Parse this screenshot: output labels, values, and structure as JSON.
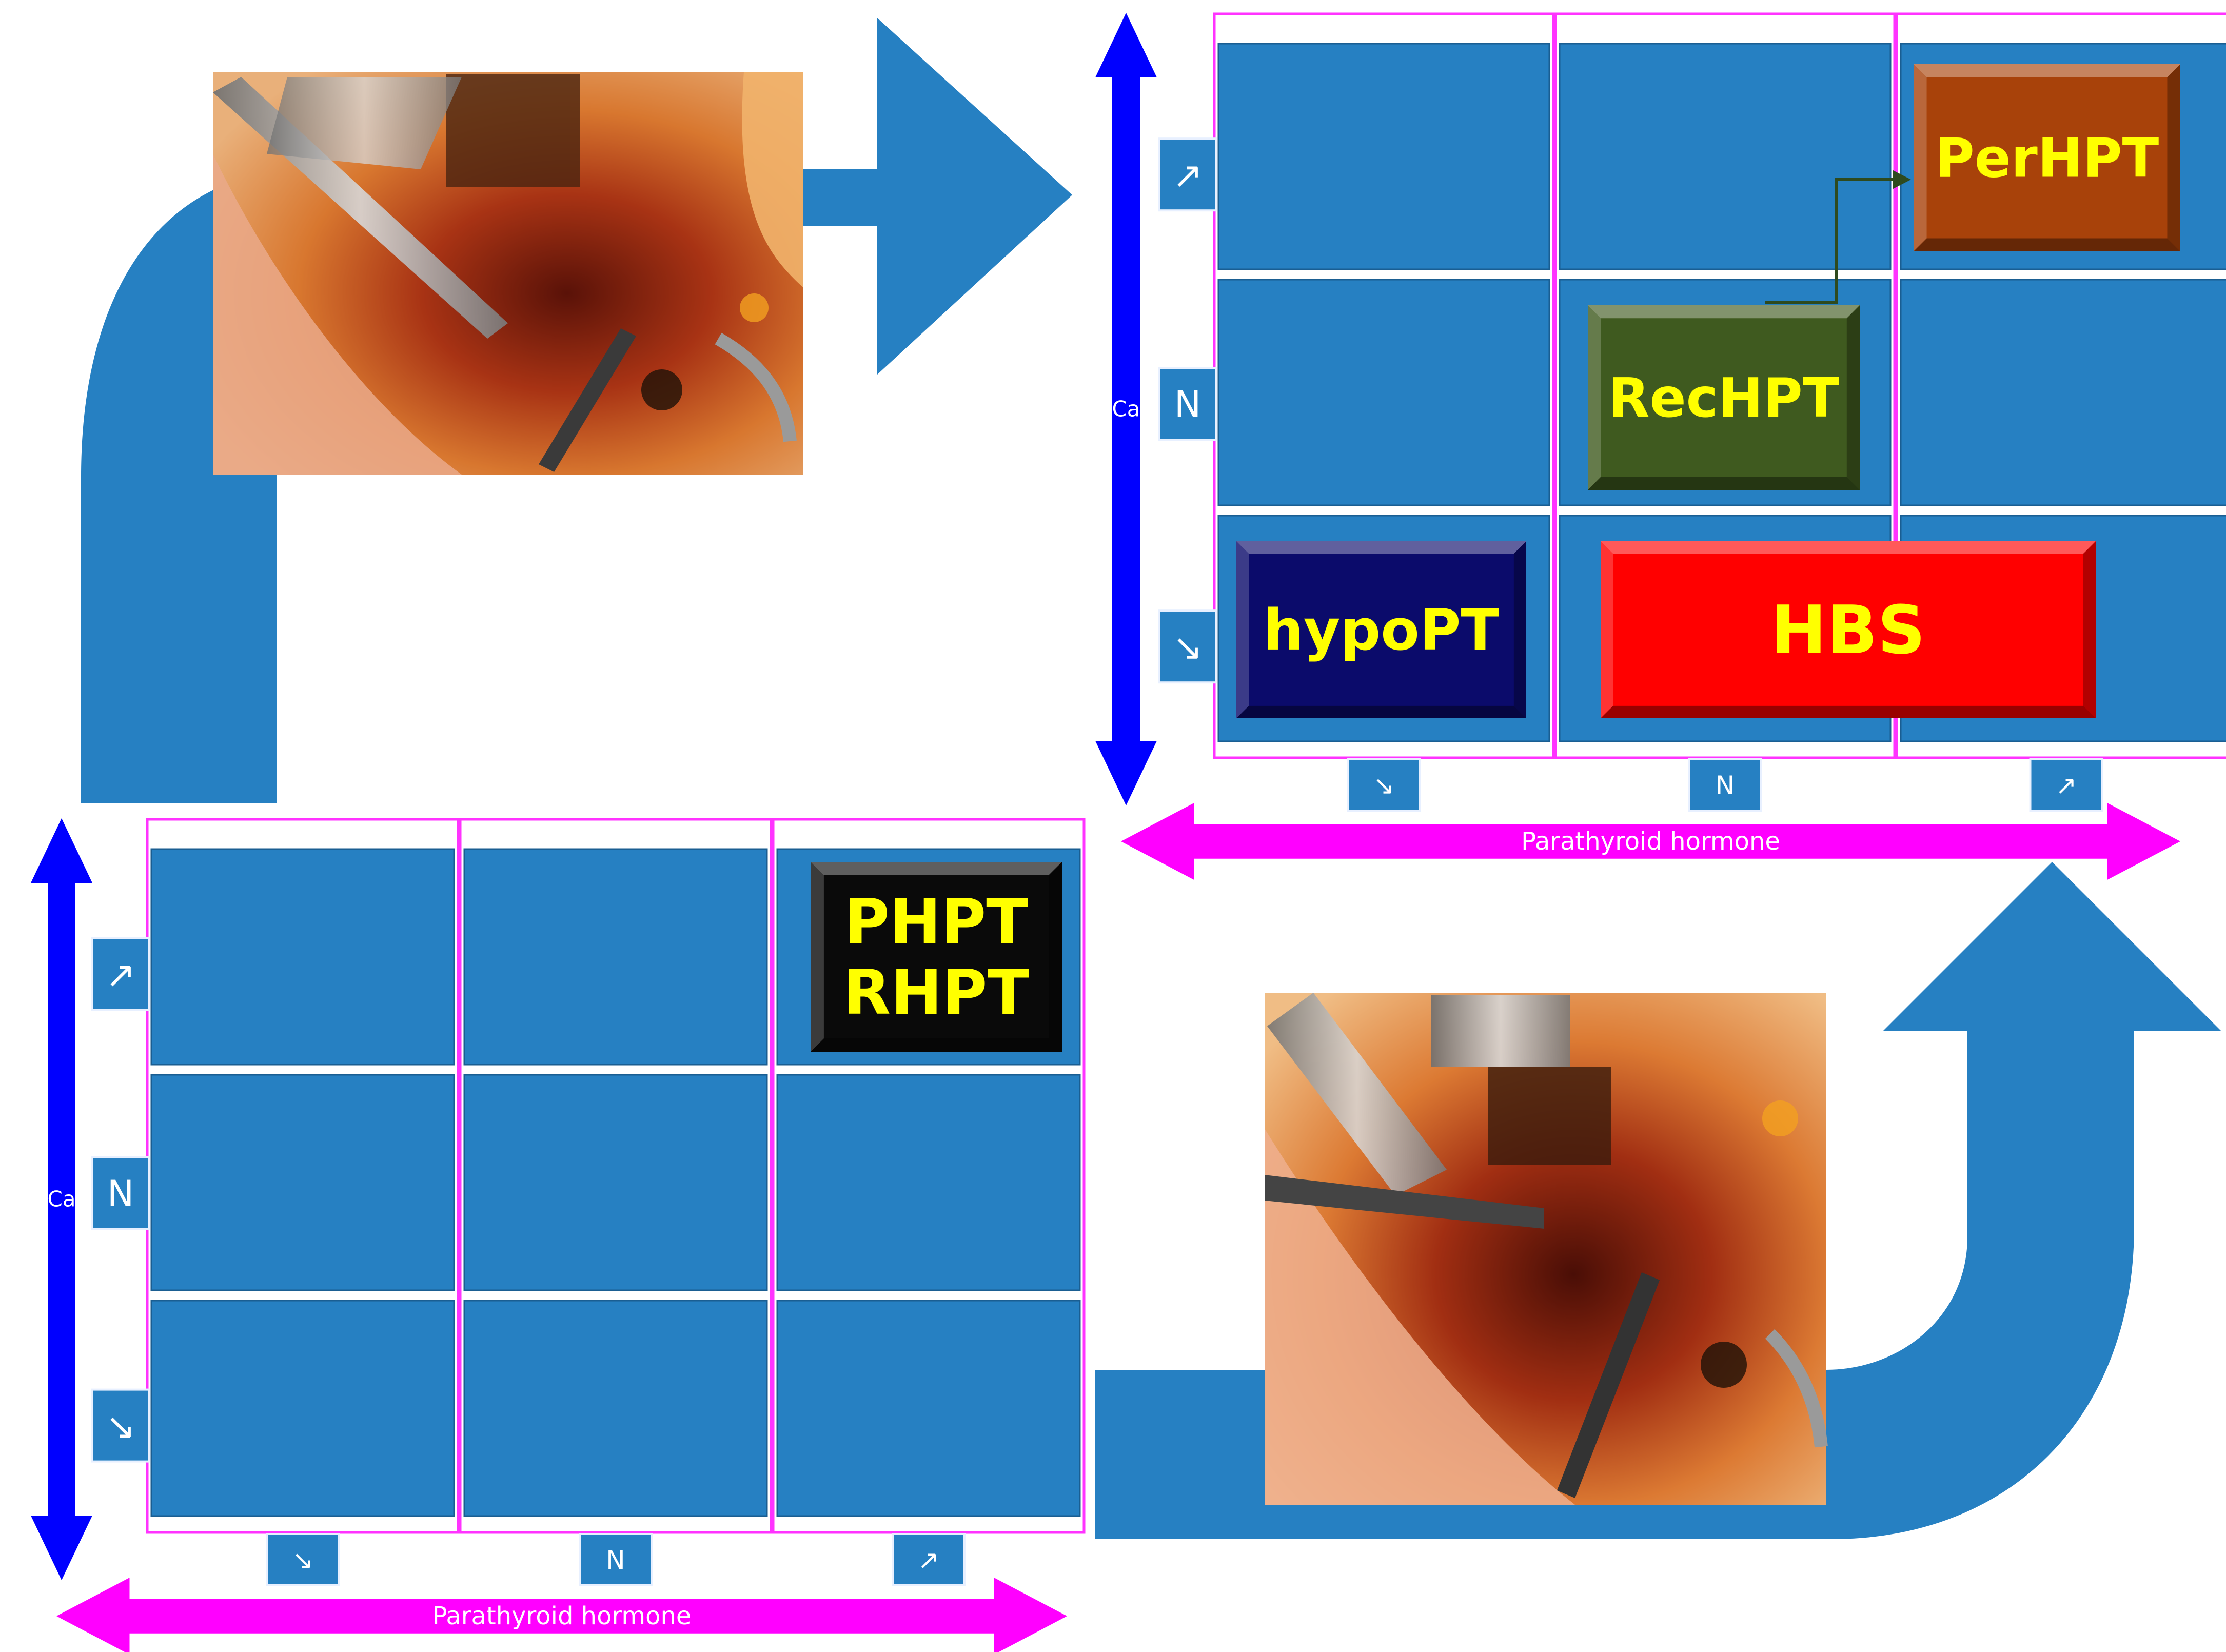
{
  "colors": {
    "cell_blue": "#2680c2",
    "arrow_blue": "#2680c2",
    "ca_axis": "#0000ff",
    "pth_axis": "#ff00ff",
    "column_outline": "#ff33ff",
    "pill_text": "#ffffff",
    "label_yellow": "#ffff00"
  },
  "icons": {
    "up": "↗",
    "down": "↘"
  },
  "pre_op_grid": {
    "ca_axis_label": "Ca",
    "pth_axis_label": "Parathyroid hormone",
    "row_markers": [
      "↗",
      "N",
      "↘"
    ],
    "column_markers": [
      "↘",
      "N",
      "↗"
    ],
    "conditions": [
      {
        "label_lines": [
          "PHPT",
          "RHPT"
        ],
        "ca_level": "↗",
        "pth_level": "↗",
        "color": "#0a0a0a"
      }
    ]
  },
  "post_op_grid": {
    "ca_axis_label": "Ca",
    "pth_axis_label": "Parathyroid hormone",
    "row_markers": [
      "↗",
      "N",
      "↘"
    ],
    "column_markers": [
      "↘",
      "N",
      "↗"
    ],
    "conditions": [
      {
        "label_lines": [
          "PerHPT"
        ],
        "ca_level": "↗",
        "pth_level": "↗",
        "color": "#a8420a"
      },
      {
        "label_lines": [
          "RecHPT"
        ],
        "ca_level": "N",
        "pth_level": "N",
        "color": "#3f5a1f"
      },
      {
        "label_lines": [
          "hypoPT"
        ],
        "ca_level": "↘",
        "pth_level": "↘",
        "color": "#0b0b6b"
      },
      {
        "label_lines": [
          "HBS"
        ],
        "ca_level": "↘",
        "pth_level": "N–↗",
        "color": "#ff0000"
      }
    ],
    "connector": {
      "from": "RecHPT",
      "to": "PerHPT"
    }
  },
  "photos": [
    {
      "name": "intraoperative-photo-top"
    },
    {
      "name": "intraoperative-photo-bottom"
    }
  ]
}
